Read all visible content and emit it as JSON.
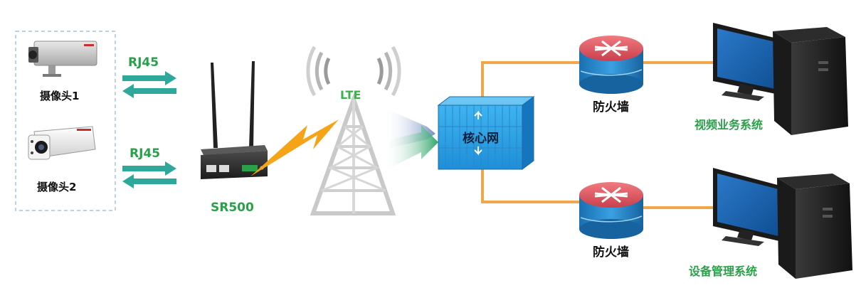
{
  "cameras": [
    {
      "label": "摄像头1"
    },
    {
      "label": "摄像头2"
    }
  ],
  "links": {
    "rj45_top": "RJ45",
    "rj45_bottom": "RJ45"
  },
  "router": {
    "model": "SR500"
  },
  "tower": {
    "label": "LTE"
  },
  "core": {
    "label": "核心网"
  },
  "firewalls": [
    {
      "label": "防火墙"
    },
    {
      "label": "防火墙"
    }
  ],
  "systems": [
    {
      "label": "视频业务系统"
    },
    {
      "label": "设备管理系统"
    }
  ],
  "colors": {
    "arrow": "#2ea89a",
    "cable": "#f2a64a",
    "accent_green": "#2aa04a",
    "core_blue": "#1e9be0",
    "firewall_red": "#d9505a",
    "firewall_blue": "#1f8bd0",
    "lightning": "#f6a417"
  }
}
